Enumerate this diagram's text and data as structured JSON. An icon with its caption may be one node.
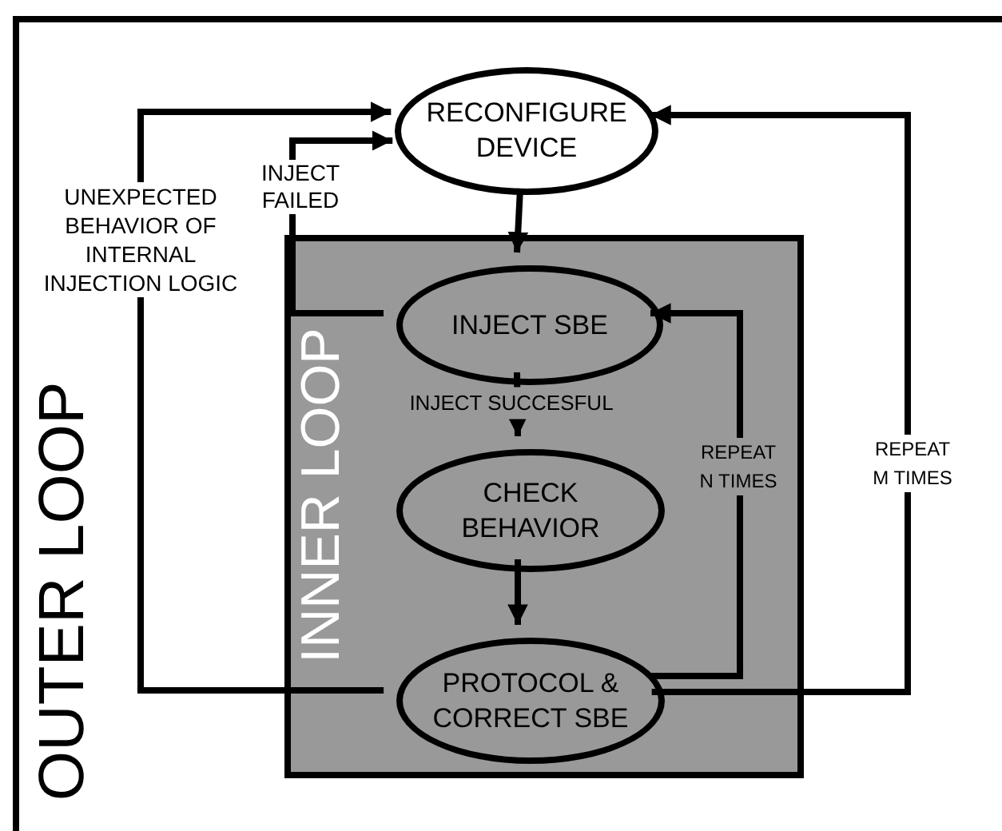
{
  "diagram": {
    "nodes": [
      {
        "text": [
          "OUTER LOOP"
        ]
      },
      {
        "text": [
          "RECONFIGURE DEVICE"
        ],
        "in": 0
      },
      {
        "text": [
          "INNER LOOP"
        ],
        "in": 0
      },
      {
        "text": [
          "INJECT SBE"
        ],
        "in": 2
      },
      {
        "text": [
          "CHECK BEHAVIOR"
        ],
        "in": 2
      },
      {
        "text": [
          "PROTOCOL & CORRECT SBE"
        ],
        "in": 2
      }
    ],
    "edges": [
      {
        "from": 1,
        "to": 3,
        "arrow": "to"
      },
      {
        "from": 3,
        "to": 1,
        "arrow": "to",
        "label": "INJECT FAILED"
      },
      {
        "from": 3,
        "to": 4,
        "arrow": "to",
        "label": "INJECT SUCCESFUL"
      },
      {
        "from": 4,
        "to": 5,
        "arrow": "to"
      },
      {
        "from": 5,
        "to": 3,
        "arrow": "to",
        "label": "REPEAT N TIMES"
      },
      {
        "from": 5,
        "to": 1,
        "arrow": "to",
        "label": "REPEAT M TIMES"
      },
      {
        "from": 5,
        "to": 1,
        "arrow": "to",
        "label": "UNEXPECTED BEHAVIOR OF INTERNAL INJECTION LOGIC"
      }
    ]
  }
}
